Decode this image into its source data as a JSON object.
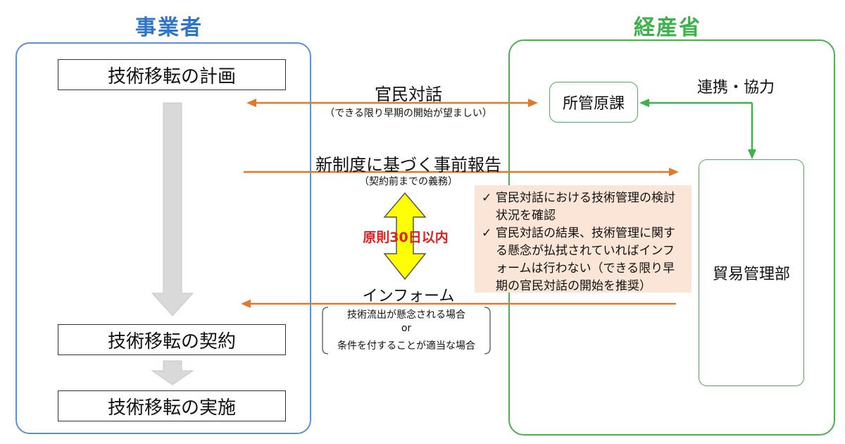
{
  "actors": {
    "business": "事業者",
    "meti": "経産省"
  },
  "steps": {
    "plan": "技術移転の計画",
    "contract": "技術移転の契約",
    "execute": "技術移転の実施"
  },
  "meti_units": {
    "division": "所管原課",
    "trade_bureau": "貿易管理部",
    "cooperation": "連携・協力"
  },
  "flows": {
    "dialogue": {
      "label": "官民対話",
      "note": "（できる限り早期の開始が望ましい）"
    },
    "report": {
      "label": "新制度に基づく事前報告",
      "note": "（契約前までの義務）"
    },
    "deadline": "原則30日以内",
    "inform": {
      "label": "インフォーム",
      "condition1": "技術流出が懸念される場合",
      "or": "or",
      "condition2": "条件を付することが適当な場合"
    }
  },
  "notes": [
    {
      "check": "✓",
      "text": "官民対話における技術管理の検討状況を確認"
    },
    {
      "check": "✓",
      "text": "官民対話の結果、技術管理に関する懸念が払拭されていればインフォームは行わない（できる限り早期の官民対話の開始を推奨）"
    }
  ],
  "colors": {
    "business": "#2e75c8",
    "meti": "#3cb34a",
    "arrow": "#e07a2a",
    "deadline": "#e02020",
    "highlight": "#ffff00",
    "note_bg": "#fbe5d6"
  }
}
